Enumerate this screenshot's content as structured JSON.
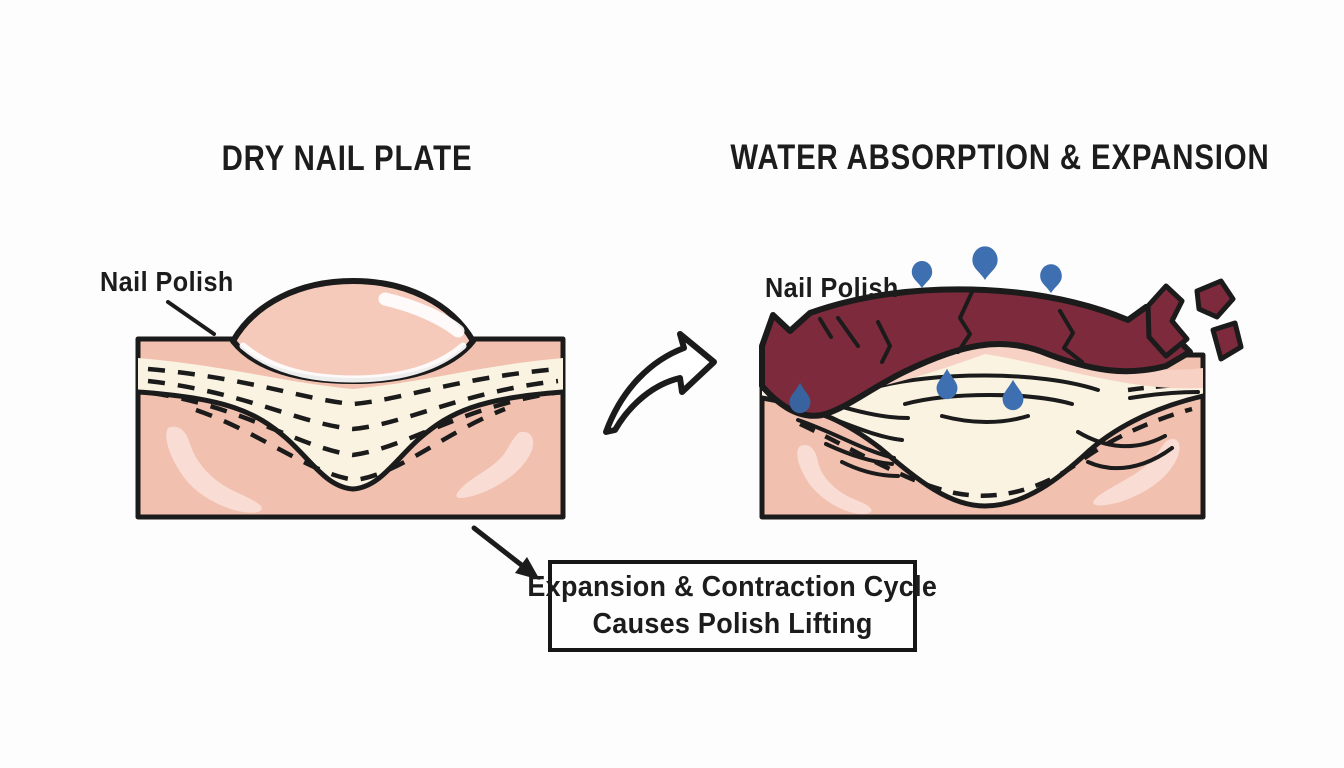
{
  "colors": {
    "background": "#fdfdfd",
    "outline": "#1b1b1b",
    "white": "#ffffff",
    "skin": "#f1c0af",
    "skin_highlight": "#f9dcd4",
    "nail_plate": "#faf3e1",
    "polish_dome": "#f5cabb",
    "pink_band": "#f6d1c4",
    "polish_wet": "#7d2b3c",
    "droplet": "#3e6fb0",
    "droplet_dark": "#38639f"
  },
  "left_panel": {
    "title": "DRY NAIL PLATE",
    "label": "Nail Polish"
  },
  "right_panel": {
    "title": "WATER ABSORPTION & EXPANSION",
    "label": "Nail Polish"
  },
  "caption": {
    "line1": "Expansion & Contraction Cycle",
    "line2": "Causes Polish Lifting"
  }
}
